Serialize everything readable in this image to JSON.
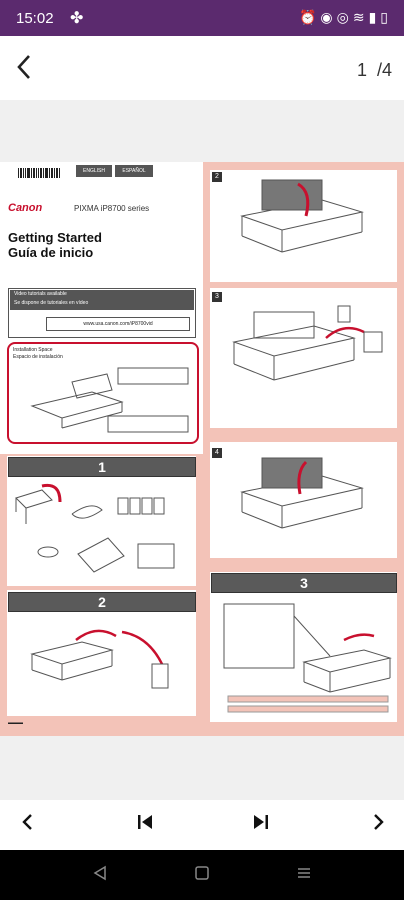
{
  "status_bar": {
    "time": "15:02"
  },
  "app_bar": {
    "current_page": "1",
    "total_pages": "/4"
  },
  "document": {
    "brand": "Canon",
    "model": "PIXMA iP8700 series",
    "lang_tabs": [
      "ENGLISH",
      "ESPAÑOL"
    ],
    "title_en": "Getting Started",
    "title_es": "Guía de inicio",
    "video_line1": "Video tutorials available",
    "video_line2": "Se dispone de tutoriales en vídeo",
    "video_url": "www.usa.canon.com/iP8700vid",
    "space_title1": "Installation Space",
    "space_title2": "Espacio de instalación",
    "step1": "1",
    "step2": "2",
    "step3": "3",
    "panel2": "2",
    "panel3": "3",
    "panel4": "4"
  }
}
